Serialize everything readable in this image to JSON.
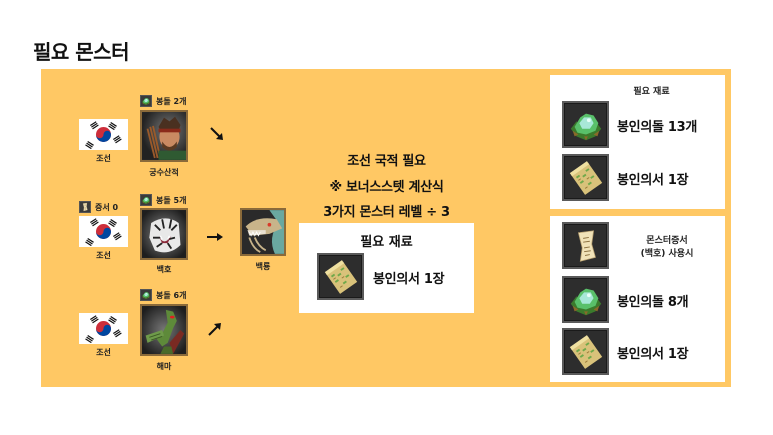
{
  "page": {
    "title": "필요 몬스터"
  },
  "colors": {
    "panel": "#ffc864",
    "box": "#ffffff",
    "text": "#111111",
    "portrait_border": "#8a6a3a"
  },
  "monsters": [
    {
      "nation": "조선",
      "name": "궁수산적",
      "badge": "봉돌 2개",
      "badge_icon": "seal-stone-icon",
      "arrow": "arrow-down-right-icon"
    },
    {
      "nation": "조선",
      "name": "백호",
      "badge": "봉돌 5개",
      "badge_icon": "seal-stone-icon",
      "extra_badge": "증서 0",
      "extra_badge_icon": "certificate-icon",
      "arrow": "arrow-right-icon"
    },
    {
      "nation": "조선",
      "name": "해마",
      "badge": "봉돌 6개",
      "badge_icon": "seal-stone-icon",
      "arrow": "arrow-up-right-icon"
    }
  ],
  "result": {
    "name": "백룡"
  },
  "center": {
    "line1": "조선 국적 필요",
    "line2": "※ 보너스스텟 계산식",
    "line3": "3가지 몬스터 레벨 ÷ 3",
    "box": {
      "title": "필요 재료",
      "items": [
        {
          "icon": "seal-scroll-icon",
          "label": "봉인의서 1장"
        }
      ]
    }
  },
  "right_top": {
    "title": "필요 재료",
    "items": [
      {
        "icon": "seal-stone-icon",
        "label": "봉인의돌 13개"
      },
      {
        "icon": "seal-scroll-icon",
        "label": "봉인의서 1장"
      }
    ]
  },
  "right_bottom": {
    "title_line1": "몬스터증서",
    "title_line2": "(백호) 사용시",
    "title_icon": "certificate-icon",
    "items": [
      {
        "icon": "seal-stone-icon",
        "label": "봉인의돌 8개"
      },
      {
        "icon": "seal-scroll-icon",
        "label": "봉인의서 1장"
      }
    ]
  }
}
